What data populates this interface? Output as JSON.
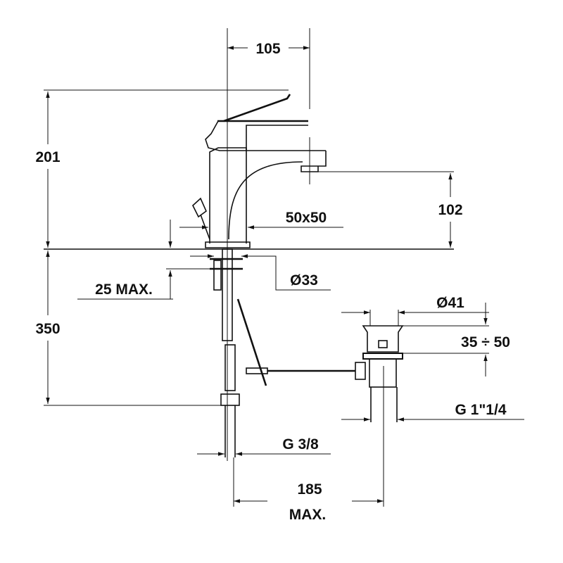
{
  "drawing": {
    "dimensions": {
      "spout_reach": "105",
      "total_height": "201",
      "spout_height": "102",
      "base_size": "50x50",
      "deck_thickness": "25 MAX.",
      "hole_diameter": "Ø33",
      "hose_length": "350",
      "waste_diameter": "Ø41",
      "waste_range": "35 ÷ 50",
      "waste_thread": "G 1\"1/4",
      "supply_thread": "G 3/8",
      "rod_length": "185",
      "rod_length_suffix": "MAX."
    },
    "colors": {
      "line": "#111111",
      "background": "#ffffff"
    }
  }
}
